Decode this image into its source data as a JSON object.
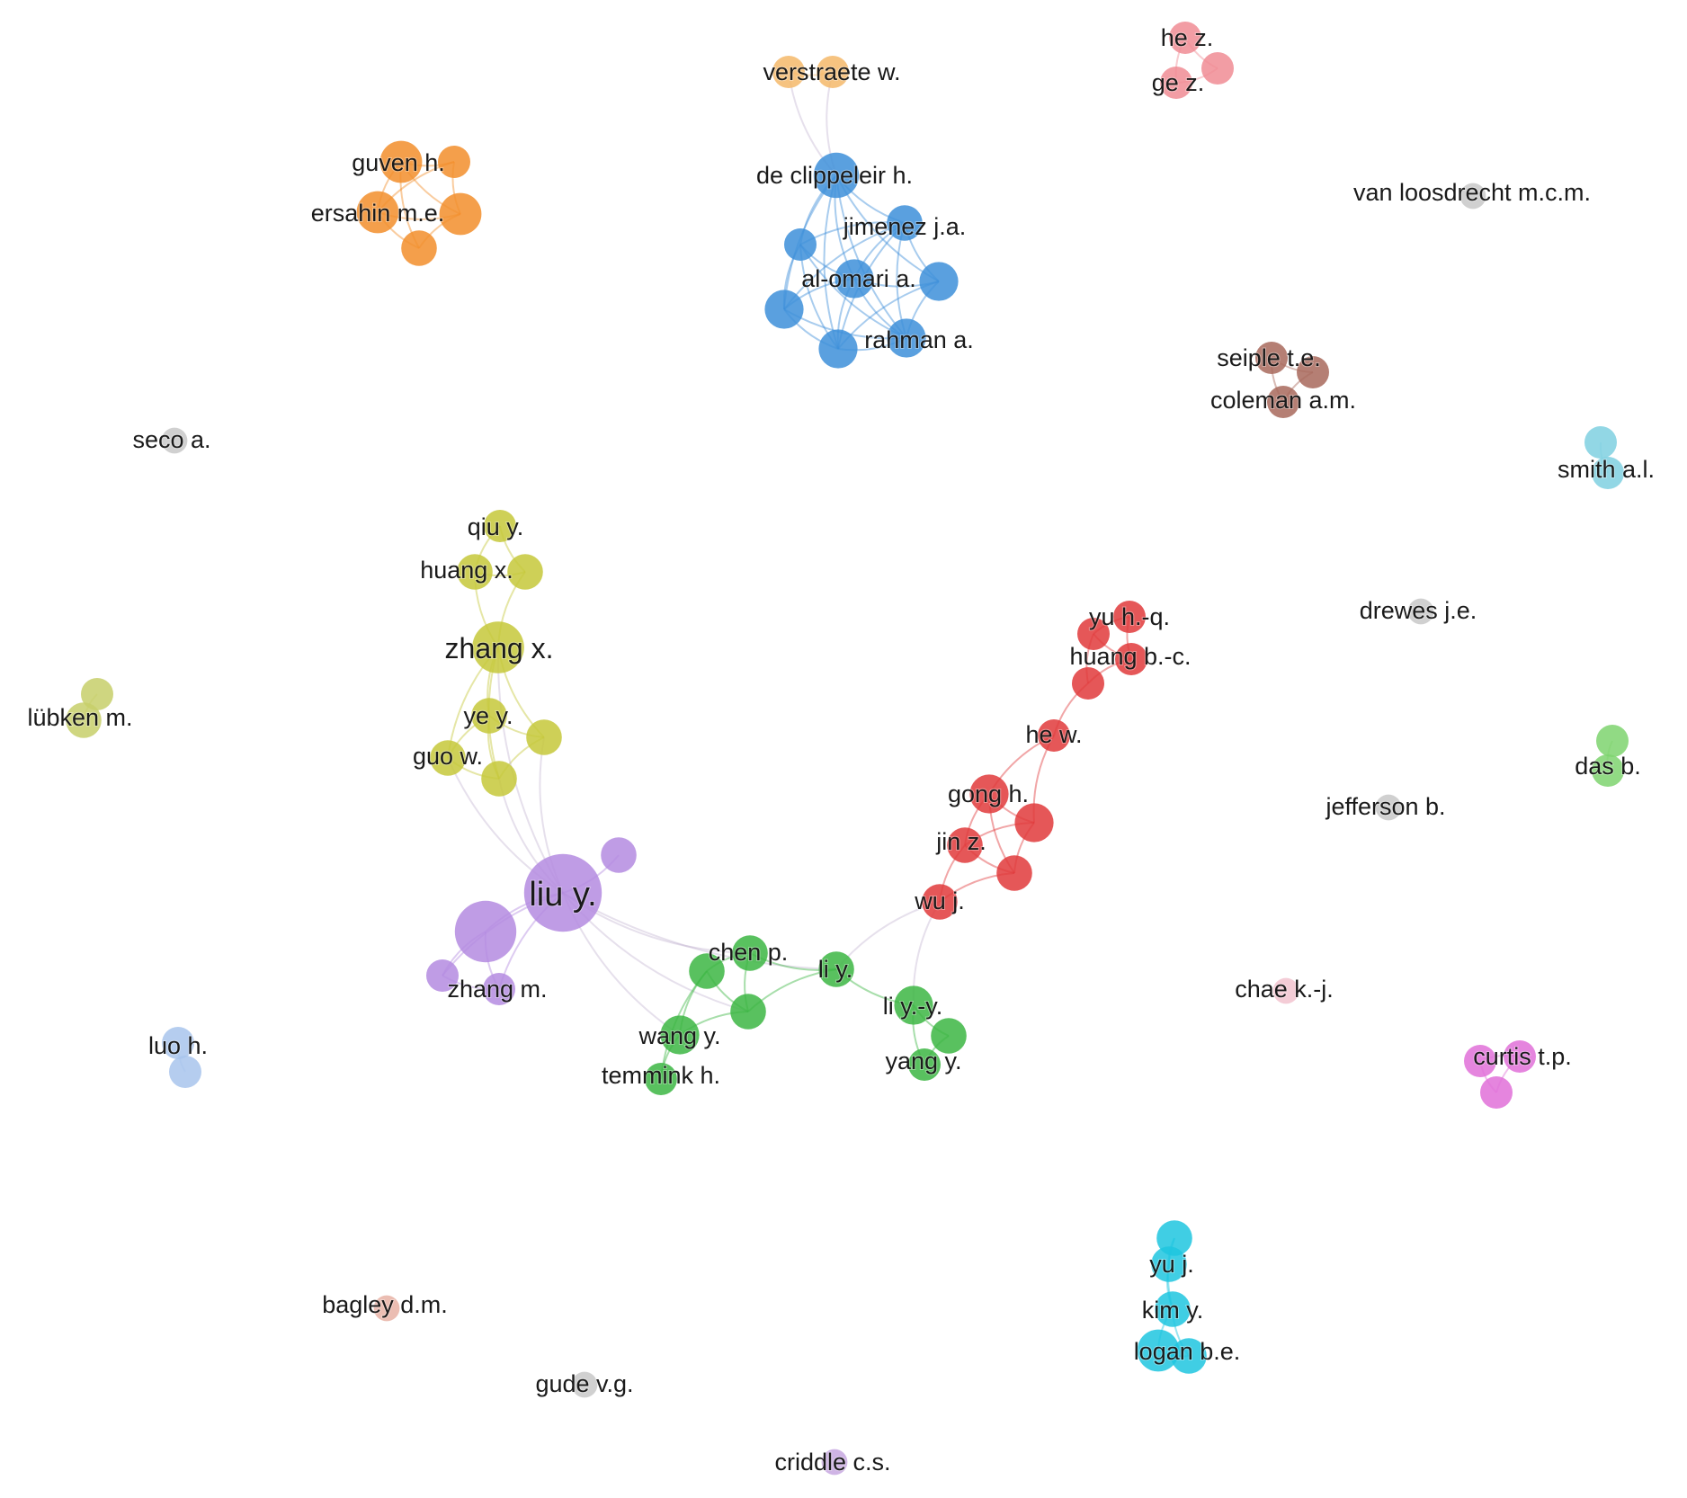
{
  "colors": {
    "orange": "#f28e2b",
    "light_orange": "#f5b86a",
    "blue": "#3d8fd9",
    "pink": "#f08c94",
    "brown": "#a8685c",
    "cyan": "#7fd0e0",
    "bright_cyan": "#1fc6df",
    "grey": "#c8c8c8",
    "olive": "#c5c83a",
    "light_olive": "#c7cf6a",
    "purple": "#b48be0",
    "red": "#e0393b",
    "green": "#3cb643",
    "light_green": "#7ed36e",
    "light_blue": "#a8c4ec",
    "light_pink": "#f2c3cf",
    "magenta": "#e070d8",
    "peach": "#e8b2a4",
    "lavender": "#c7a7e0"
  },
  "nodes": [
    {
      "id": "verstraete",
      "label": "verstraete w.",
      "color": "light_orange",
      "weight": 1
    },
    {
      "id": "verstraete2",
      "label": "",
      "color": "light_orange",
      "weight": 1
    },
    {
      "id": "de_clippeleir",
      "label": "de clippeleir h.",
      "color": "blue",
      "weight": 1.4
    },
    {
      "id": "jimenez",
      "label": "jimenez j.a.",
      "color": "blue",
      "weight": 1.1
    },
    {
      "id": "blue_a",
      "label": "",
      "color": "blue",
      "weight": 1
    },
    {
      "id": "al_omari",
      "label": "al-omari a.",
      "color": "blue",
      "weight": 1.2
    },
    {
      "id": "blue_b",
      "label": "",
      "color": "blue",
      "weight": 1.2
    },
    {
      "id": "blue_c",
      "label": "",
      "color": "blue",
      "weight": 1.2
    },
    {
      "id": "rahman",
      "label": "rahman a.",
      "color": "blue",
      "weight": 1.2
    },
    {
      "id": "blue_d",
      "label": "",
      "color": "blue",
      "weight": 1.2
    },
    {
      "id": "he_z",
      "label": "he z.",
      "color": "pink",
      "weight": 1
    },
    {
      "id": "ge_z",
      "label": "ge z.",
      "color": "pink",
      "weight": 1
    },
    {
      "id": "pink_a",
      "label": "",
      "color": "pink",
      "weight": 1
    },
    {
      "id": "guven",
      "label": "guven h.",
      "color": "orange",
      "weight": 1.3
    },
    {
      "id": "orange_a",
      "label": "",
      "color": "orange",
      "weight": 1
    },
    {
      "id": "ersahin",
      "label": "ersahin m.e.",
      "color": "orange",
      "weight": 1.3
    },
    {
      "id": "orange_b",
      "label": "",
      "color": "orange",
      "weight": 1.3
    },
    {
      "id": "orange_c",
      "label": "",
      "color": "orange",
      "weight": 1.1
    },
    {
      "id": "van_loosdrecht",
      "label": "van loosdrecht m.c.m.",
      "color": "grey",
      "weight": 0.8
    },
    {
      "id": "seiple",
      "label": "seiple t.e.",
      "color": "brown",
      "weight": 1
    },
    {
      "id": "coleman",
      "label": "coleman a.m.",
      "color": "brown",
      "weight": 1
    },
    {
      "id": "brown_a",
      "label": "",
      "color": "brown",
      "weight": 1
    },
    {
      "id": "seco",
      "label": "seco a.",
      "color": "grey",
      "weight": 0.8
    },
    {
      "id": "smith",
      "label": "smith a.l.",
      "color": "cyan",
      "weight": 1
    },
    {
      "id": "cyan_a",
      "label": "",
      "color": "cyan",
      "weight": 1
    },
    {
      "id": "qiu",
      "label": "qiu y.",
      "color": "olive",
      "weight": 1
    },
    {
      "id": "huang_x",
      "label": "huang x.",
      "color": "olive",
      "weight": 1.1
    },
    {
      "id": "olive_a",
      "label": "",
      "color": "olive",
      "weight": 1.1
    },
    {
      "id": "zhang_x",
      "label": "zhang x.",
      "color": "olive",
      "weight": 1.6
    },
    {
      "id": "ye",
      "label": "ye y.",
      "color": "olive",
      "weight": 1.1
    },
    {
      "id": "olive_b",
      "label": "",
      "color": "olive",
      "weight": 1.1
    },
    {
      "id": "guo",
      "label": "guo w.",
      "color": "olive",
      "weight": 1.1
    },
    {
      "id": "olive_c",
      "label": "",
      "color": "olive",
      "weight": 1.1
    },
    {
      "id": "drewes",
      "label": "drewes j.e.",
      "color": "grey",
      "weight": 0.8
    },
    {
      "id": "yu_hq",
      "label": "yu h.-q.",
      "color": "red",
      "weight": 1
    },
    {
      "id": "red_a",
      "label": "",
      "color": "red",
      "weight": 1
    },
    {
      "id": "huang_bc",
      "label": "huang b.-c.",
      "color": "red",
      "weight": 1
    },
    {
      "id": "red_b",
      "label": "",
      "color": "red",
      "weight": 1
    },
    {
      "id": "he_w",
      "label": "he w.",
      "color": "red",
      "weight": 1
    },
    {
      "id": "lubken",
      "label": "lübken m.",
      "color": "light_olive",
      "weight": 1
    },
    {
      "id": "light_olive_a",
      "label": "",
      "color": "light_olive",
      "weight": 1.1
    },
    {
      "id": "das",
      "label": "das b.",
      "color": "light_green",
      "weight": 1
    },
    {
      "id": "light_green_a",
      "label": "",
      "color": "light_green",
      "weight": 1
    },
    {
      "id": "gong",
      "label": "gong h.",
      "color": "red",
      "weight": 1.2
    },
    {
      "id": "red_c",
      "label": "",
      "color": "red",
      "weight": 1.2
    },
    {
      "id": "jin",
      "label": "jin z.",
      "color": "red",
      "weight": 1.1
    },
    {
      "id": "red_d",
      "label": "",
      "color": "red",
      "weight": 1.1
    },
    {
      "id": "wu",
      "label": "wu j.",
      "color": "red",
      "weight": 1.1
    },
    {
      "id": "jefferson",
      "label": "jefferson b.",
      "color": "grey",
      "weight": 0.8
    },
    {
      "id": "liu",
      "label": "liu y.",
      "color": "purple",
      "weight": 2.4
    },
    {
      "id": "purple_a",
      "label": "",
      "color": "purple",
      "weight": 1.1
    },
    {
      "id": "purple_b",
      "label": "",
      "color": "purple",
      "weight": 1.9
    },
    {
      "id": "purple_c",
      "label": "",
      "color": "purple",
      "weight": 1
    },
    {
      "id": "zhang_m",
      "label": "zhang m.",
      "color": "purple",
      "weight": 1
    },
    {
      "id": "chen",
      "label": "chen p.",
      "color": "green",
      "weight": 1.1
    },
    {
      "id": "green_a",
      "label": "",
      "color": "green",
      "weight": 1.1
    },
    {
      "id": "green_b",
      "label": "",
      "color": "green",
      "weight": 1.1
    },
    {
      "id": "li_y",
      "label": "li y.",
      "color": "green",
      "weight": 1.1
    },
    {
      "id": "wang",
      "label": "wang y.",
      "color": "green",
      "weight": 1.2
    },
    {
      "id": "temmink",
      "label": "temmink h.",
      "color": "green",
      "weight": 1
    },
    {
      "id": "li_yy",
      "label": "li y.-y.",
      "color": "green",
      "weight": 1.2
    },
    {
      "id": "green_c",
      "label": "",
      "color": "green",
      "weight": 1.1
    },
    {
      "id": "yang",
      "label": "yang y.",
      "color": "green",
      "weight": 1
    },
    {
      "id": "chae",
      "label": "chae k.-j.",
      "color": "light_pink",
      "weight": 0.8
    },
    {
      "id": "luo",
      "label": "luo h.",
      "color": "light_blue",
      "weight": 1
    },
    {
      "id": "light_blue_a",
      "label": "",
      "color": "light_blue",
      "weight": 1
    },
    {
      "id": "curtis",
      "label": "curtis t.p.",
      "color": "magenta",
      "weight": 1
    },
    {
      "id": "magenta_a",
      "label": "",
      "color": "magenta",
      "weight": 1
    },
    {
      "id": "magenta_b",
      "label": "",
      "color": "magenta",
      "weight": 1
    },
    {
      "id": "yu_j",
      "label": "yu j.",
      "color": "bright_cyan",
      "weight": 1.1
    },
    {
      "id": "bcyan_a",
      "label": "",
      "color": "bright_cyan",
      "weight": 1.1
    },
    {
      "id": "kim",
      "label": "kim y.",
      "color": "bright_cyan",
      "weight": 1.1
    },
    {
      "id": "logan",
      "label": "logan b.e.",
      "color": "bright_cyan",
      "weight": 1.3
    },
    {
      "id": "bcyan_b",
      "label": "",
      "color": "bright_cyan",
      "weight": 1.1
    },
    {
      "id": "bagley",
      "label": "bagley d.m.",
      "color": "peach",
      "weight": 0.8
    },
    {
      "id": "gude",
      "label": "gude v.g.",
      "color": "grey",
      "weight": 0.8
    },
    {
      "id": "criddle",
      "label": "criddle c.s.",
      "color": "lavender",
      "weight": 0.8
    }
  ],
  "edges": [
    [
      "verstraete",
      "verstraete2"
    ],
    [
      "verstraete",
      "de_clippeleir"
    ],
    [
      "verstraete2",
      "de_clippeleir"
    ],
    [
      "de_clippeleir",
      "jimenez"
    ],
    [
      "de_clippeleir",
      "blue_a"
    ],
    [
      "de_clippeleir",
      "al_omari"
    ],
    [
      "de_clippeleir",
      "blue_b"
    ],
    [
      "de_clippeleir",
      "rahman"
    ],
    [
      "de_clippeleir",
      "blue_c"
    ],
    [
      "de_clippeleir",
      "blue_d"
    ],
    [
      "jimenez",
      "blue_a"
    ],
    [
      "jimenez",
      "al_omari"
    ],
    [
      "jimenez",
      "blue_b"
    ],
    [
      "jimenez",
      "rahman"
    ],
    [
      "jimenez",
      "blue_c"
    ],
    [
      "jimenez",
      "blue_d"
    ],
    [
      "blue_a",
      "al_omari"
    ],
    [
      "blue_a",
      "blue_c"
    ],
    [
      "blue_a",
      "blue_d"
    ],
    [
      "blue_a",
      "rahman"
    ],
    [
      "al_omari",
      "blue_b"
    ],
    [
      "al_omari",
      "blue_c"
    ],
    [
      "al_omari",
      "rahman"
    ],
    [
      "al_omari",
      "blue_d"
    ],
    [
      "blue_b",
      "rahman"
    ],
    [
      "blue_b",
      "blue_d"
    ],
    [
      "blue_c",
      "blue_d"
    ],
    [
      "blue_c",
      "rahman"
    ],
    [
      "blue_d",
      "rahman"
    ],
    [
      "he_z",
      "ge_z"
    ],
    [
      "he_z",
      "pink_a"
    ],
    [
      "ge_z",
      "pink_a"
    ],
    [
      "guven",
      "orange_a"
    ],
    [
      "guven",
      "ersahin"
    ],
    [
      "guven",
      "orange_b"
    ],
    [
      "guven",
      "orange_c"
    ],
    [
      "orange_a",
      "ersahin"
    ],
    [
      "orange_a",
      "orange_b"
    ],
    [
      "ersahin",
      "orange_b"
    ],
    [
      "ersahin",
      "orange_c"
    ],
    [
      "orange_b",
      "orange_c"
    ],
    [
      "seiple",
      "brown_a"
    ],
    [
      "seiple",
      "coleman"
    ],
    [
      "brown_a",
      "coleman"
    ],
    [
      "smith",
      "cyan_a"
    ],
    [
      "qiu",
      "huang_x"
    ],
    [
      "qiu",
      "olive_a"
    ],
    [
      "huang_x",
      "olive_a"
    ],
    [
      "huang_x",
      "zhang_x"
    ],
    [
      "olive_a",
      "zhang_x"
    ],
    [
      "zhang_x",
      "ye"
    ],
    [
      "zhang_x",
      "guo"
    ],
    [
      "zhang_x",
      "olive_b"
    ],
    [
      "zhang_x",
      "olive_c"
    ],
    [
      "ye",
      "guo"
    ],
    [
      "ye",
      "olive_b"
    ],
    [
      "ye",
      "olive_c"
    ],
    [
      "guo",
      "olive_c"
    ],
    [
      "olive_b",
      "olive_c"
    ],
    [
      "zhang_x",
      "liu"
    ],
    [
      "guo",
      "liu"
    ],
    [
      "olive_b",
      "liu"
    ],
    [
      "olive_c",
      "liu"
    ],
    [
      "yu_hq",
      "red_a"
    ],
    [
      "yu_hq",
      "huang_bc"
    ],
    [
      "red_a",
      "huang_bc"
    ],
    [
      "red_a",
      "red_b"
    ],
    [
      "huang_bc",
      "red_b"
    ],
    [
      "red_b",
      "he_w"
    ],
    [
      "he_w",
      "gong"
    ],
    [
      "gong",
      "red_c"
    ],
    [
      "gong",
      "jin"
    ],
    [
      "gong",
      "red_d"
    ],
    [
      "red_c",
      "jin"
    ],
    [
      "red_c",
      "red_d"
    ],
    [
      "jin",
      "red_d"
    ],
    [
      "jin",
      "wu"
    ],
    [
      "red_d",
      "wu"
    ],
    [
      "he_w",
      "red_c"
    ],
    [
      "wu",
      "li_y"
    ],
    [
      "wu",
      "li_yy"
    ],
    [
      "liu",
      "purple_a"
    ],
    [
      "liu",
      "purple_b"
    ],
    [
      "liu",
      "purple_c"
    ],
    [
      "liu",
      "zhang_m"
    ],
    [
      "purple_b",
      "purple_c"
    ],
    [
      "purple_b",
      "zhang_m"
    ],
    [
      "purple_c",
      "zhang_m"
    ],
    [
      "liu",
      "chen"
    ],
    [
      "liu",
      "li_y"
    ],
    [
      "liu",
      "green_b"
    ],
    [
      "liu",
      "wang"
    ],
    [
      "chen",
      "green_a"
    ],
    [
      "chen",
      "green_b"
    ],
    [
      "chen",
      "li_y"
    ],
    [
      "green_a",
      "green_b"
    ],
    [
      "green_a",
      "wang"
    ],
    [
      "green_b",
      "wang"
    ],
    [
      "green_a",
      "temmink"
    ],
    [
      "wang",
      "temmink"
    ],
    [
      "li_y",
      "li_yy"
    ],
    [
      "li_y",
      "green_b"
    ],
    [
      "li_yy",
      "green_c"
    ],
    [
      "li_yy",
      "yang"
    ],
    [
      "green_c",
      "yang"
    ],
    [
      "lubken",
      "light_olive_a"
    ],
    [
      "das",
      "light_green_a"
    ],
    [
      "luo",
      "light_blue_a"
    ],
    [
      "curtis",
      "magenta_a"
    ],
    [
      "curtis",
      "magenta_b"
    ],
    [
      "magenta_a",
      "magenta_b"
    ],
    [
      "yu_j",
      "bcyan_a"
    ],
    [
      "yu_j",
      "kim"
    ],
    [
      "bcyan_a",
      "kim"
    ],
    [
      "kim",
      "logan"
    ],
    [
      "kim",
      "bcyan_b"
    ],
    [
      "logan",
      "bcyan_b"
    ]
  ]
}
